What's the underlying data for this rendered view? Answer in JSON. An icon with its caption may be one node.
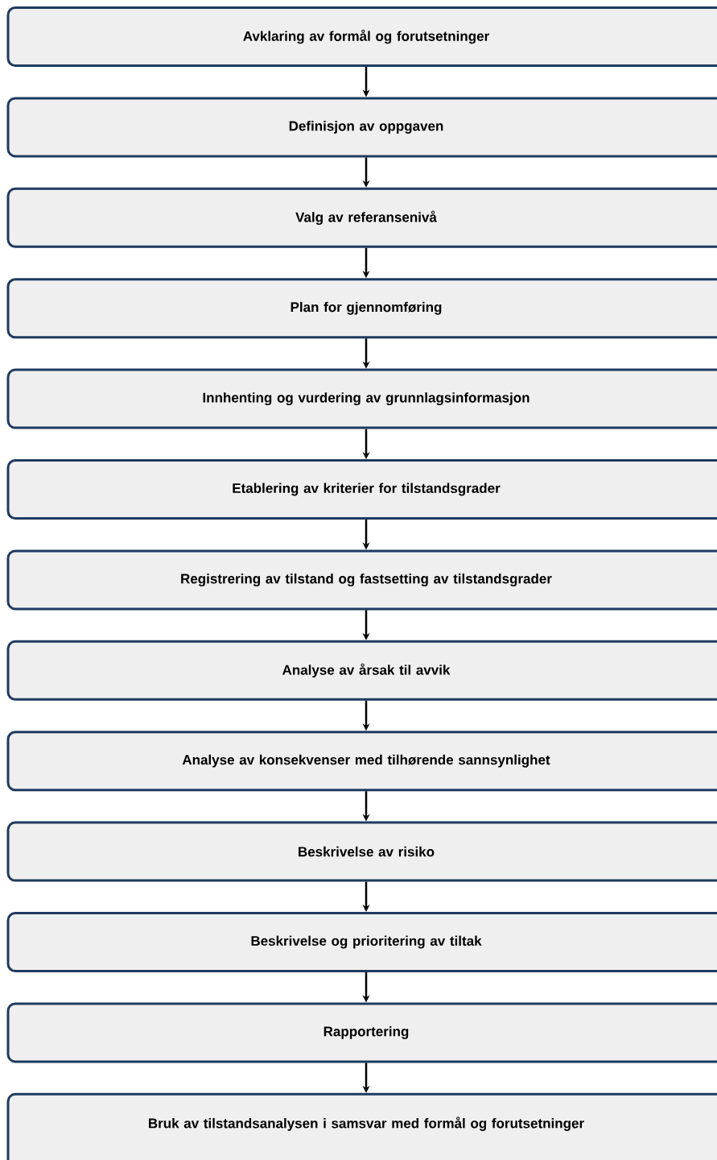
{
  "diagram": {
    "nodes": [
      {
        "text": [
          "Avklaring av formål og forutsetninger"
        ]
      },
      {
        "text": [
          "Definisjon av oppgaven"
        ]
      },
      {
        "text": [
          "Valg av referansenivå"
        ]
      },
      {
        "text": [
          "Plan for gjennomføring"
        ]
      },
      {
        "text": [
          "Innhenting og vurdering av grunnlagsinformasjon"
        ]
      },
      {
        "text": [
          "Etablering av kriterier for tilstandsgrader"
        ]
      },
      {
        "text": [
          "Registrering av tilstand og fastsetting av tilstandsgrader"
        ]
      },
      {
        "text": [
          "Analyse av årsak til avvik"
        ]
      },
      {
        "text": [
          "Analyse av konsekvenser med tilhørende sannsynlighet"
        ]
      },
      {
        "text": [
          "Beskrivelse av risiko"
        ]
      },
      {
        "text": [
          "Beskrivelse og prioritering av tiltak"
        ]
      },
      {
        "text": [
          "Rapportering"
        ]
      },
      {
        "text": [
          "Bruk av tilstandsanalysen i samsvar med formål og forutsetninger"
        ]
      }
    ],
    "edges": [
      {
        "from": 0,
        "to": 1,
        "arrow": "to"
      },
      {
        "from": 1,
        "to": 2,
        "arrow": "to"
      },
      {
        "from": 2,
        "to": 3,
        "arrow": "to"
      },
      {
        "from": 3,
        "to": 4,
        "arrow": "to"
      },
      {
        "from": 4,
        "to": 5,
        "arrow": "to"
      },
      {
        "from": 5,
        "to": 6,
        "arrow": "to"
      },
      {
        "from": 6,
        "to": 7,
        "arrow": "to"
      },
      {
        "from": 7,
        "to": 8,
        "arrow": "to"
      },
      {
        "from": 8,
        "to": 9,
        "arrow": "to"
      },
      {
        "from": 9,
        "to": 10,
        "arrow": "to"
      },
      {
        "from": 10,
        "to": 11,
        "arrow": "to"
      },
      {
        "from": 11,
        "to": 12,
        "arrow": "to"
      }
    ]
  }
}
